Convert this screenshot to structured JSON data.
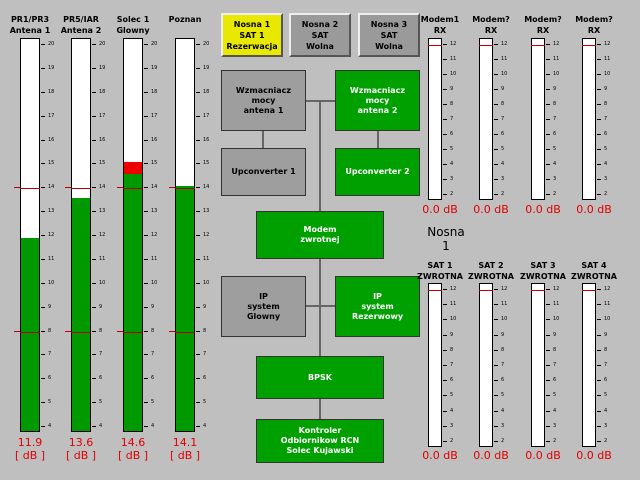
{
  "left_meters": [
    {
      "id": "pr1",
      "title": [
        "PR1/PR3",
        "Antena 1"
      ],
      "value_text": "11.9",
      "unit_text": "[ dB ]",
      "level": 11.9,
      "alarm": false
    },
    {
      "id": "pr5",
      "title": [
        "PR5/IAR",
        "Antena 2"
      ],
      "value_text": "13.6",
      "unit_text": "[ dB ]",
      "level": 13.6,
      "alarm": false
    },
    {
      "id": "solec",
      "title": [
        "Solec 1",
        "Glowny"
      ],
      "value_text": "14.6",
      "unit_text": "[ dB ]",
      "level": 14.6,
      "alarm": true
    },
    {
      "id": "poznan",
      "title": [
        "Poznan",
        ""
      ],
      "value_text": "14.1",
      "unit_text": "[ dB ]",
      "level": 14.1,
      "alarm": false
    }
  ],
  "left_scale": {
    "min": 4,
    "max": 20,
    "labels": [
      "20",
      "19",
      "18",
      "17",
      "16",
      "15",
      "14",
      "13",
      "12",
      "11",
      "10",
      "9",
      "8",
      "7",
      "6",
      "5",
      "4"
    ],
    "upper_threshold": 14,
    "lower_threshold": 8
  },
  "buttons": [
    {
      "id": "nosna1",
      "lines": [
        "Nosna 1",
        "SAT 1",
        "Rezerwacja"
      ],
      "active": true
    },
    {
      "id": "nosna2",
      "lines": [
        "Nosna 2",
        "SAT",
        "Wolna"
      ],
      "active": false
    },
    {
      "id": "nosna3",
      "lines": [
        "Nosna 3",
        "SAT",
        "Wolna"
      ],
      "active": false
    }
  ],
  "blocks": {
    "wzm1": [
      "Wzmacniacz",
      "mocy",
      "antena 1"
    ],
    "wzm2": [
      "Wzmacniacz",
      "mocy",
      "antena 2"
    ],
    "up1": [
      "Upconverter 1"
    ],
    "up2": [
      "Upconverter 2"
    ],
    "modem": [
      "Modem",
      "zwrotnej"
    ],
    "ip1": [
      "IP",
      "system",
      "Glowny"
    ],
    "ip2": [
      "IP",
      "system",
      "Rezerwowy"
    ],
    "bpsk": [
      "BPSK"
    ],
    "kontroler": [
      "Kontroler",
      "Odbiornikow RCN",
      "Solec Kujawski"
    ]
  },
  "nosna_label": [
    "Nosna",
    "1"
  ],
  "right_scale": {
    "min": 2,
    "max": 12,
    "labels": [
      "12",
      "11",
      "10",
      "9",
      "8",
      "7",
      "6",
      "5",
      "4",
      "3",
      "2"
    ],
    "threshold": 12
  },
  "right_top": [
    {
      "title": [
        "Modem1",
        "RX"
      ],
      "value_text": "0.0 dB"
    },
    {
      "title": [
        "Modem?",
        "RX"
      ],
      "value_text": "0.0 dB"
    },
    {
      "title": [
        "Modem?",
        "RX"
      ],
      "value_text": "0.0 dB"
    },
    {
      "title": [
        "Modem?",
        "RX"
      ],
      "value_text": "0.0 dB"
    }
  ],
  "right_bottom": [
    {
      "title": [
        "SAT 1",
        "ZWROTNA"
      ],
      "value_text": "0.0 dB"
    },
    {
      "title": [
        "SAT 2",
        "ZWROTNA"
      ],
      "value_text": "0.0 dB"
    },
    {
      "title": [
        "SAT 3",
        "ZWROTNA"
      ],
      "value_text": "0.0 dB"
    },
    {
      "title": [
        "SAT 4",
        "ZWROTNA"
      ],
      "value_text": "0.0 dB"
    }
  ],
  "colors": {
    "fill": "#009900",
    "alarm": "#ee0000",
    "value": "#e00000",
    "button_active": "#e8e800",
    "block_green": "#00a000",
    "block_gray": "#9e9e9e"
  }
}
